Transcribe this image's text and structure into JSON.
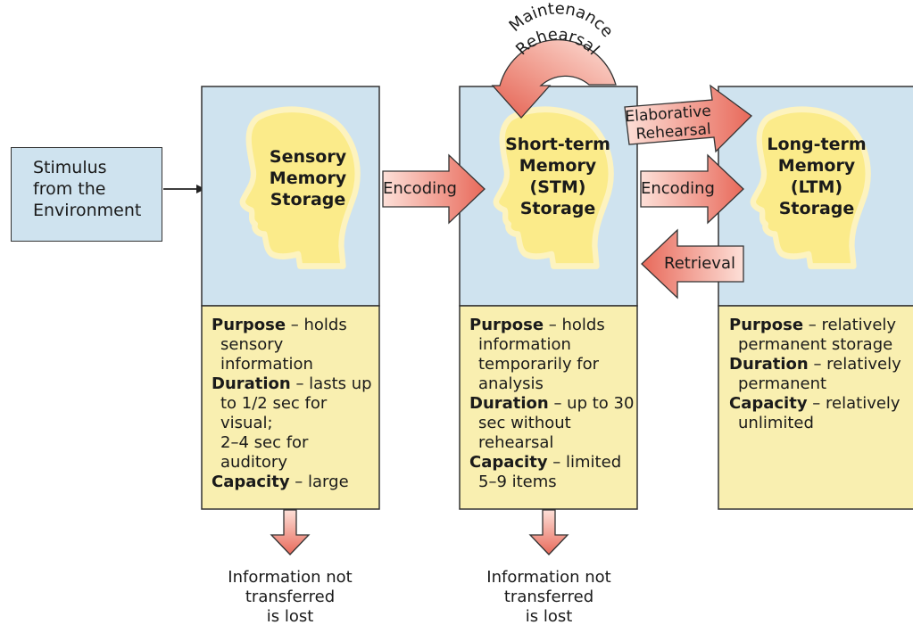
{
  "stimulus": {
    "lines": [
      "Stimulus",
      "from the",
      "Environment"
    ]
  },
  "sensory": {
    "title_lines": [
      "Sensory",
      "Memory",
      "Storage"
    ],
    "purpose_label": "Purpose",
    "purpose_text": " – holds",
    "purpose_lines": [
      "sensory information"
    ],
    "duration_label": "Duration",
    "duration_text": "  – lasts up",
    "duration_lines": [
      "to 1/2 sec for visual;",
      "2–4 sec for auditory"
    ],
    "capacity_label": "Capacity",
    "capacity_text": " – large",
    "capacity_lines": []
  },
  "stm": {
    "title_lines": [
      "Short-term",
      "Memory",
      "(STM)",
      "Storage"
    ],
    "purpose_label": "Purpose",
    "purpose_text": " – holds",
    "purpose_lines": [
      "information",
      "temporarily for",
      "analysis"
    ],
    "duration_label": "Duration",
    "duration_text": "  – up to 30",
    "duration_lines": [
      "sec without rehearsal"
    ],
    "capacity_label": "Capacity",
    "capacity_text": " – limited",
    "capacity_lines": [
      "5–9 items"
    ]
  },
  "ltm": {
    "title_lines": [
      "Long-term",
      "Memory",
      "(LTM)",
      "Storage"
    ],
    "purpose_label": "Purpose",
    "purpose_text": " – relatively",
    "purpose_lines": [
      "permanent storage"
    ],
    "duration_label": "Duration",
    "duration_text": " – relatively",
    "duration_lines": [
      "permanent"
    ],
    "capacity_label": "Capacity",
    "capacity_text": " – relatively",
    "capacity_lines": [
      "unlimited"
    ]
  },
  "arrows": {
    "encoding_1": "Encoding",
    "encoding_2": "Encoding",
    "retrieval": "Retrieval",
    "maintenance_1": "Maintenance",
    "maintenance_2": "Rehearsal",
    "elaborative_1": "Elaborative",
    "elaborative_2": "Rehearsal"
  },
  "lost_1": [
    "Information not",
    "transferred",
    "is lost"
  ],
  "lost_2": [
    "Information not",
    "transferred",
    "is lost"
  ],
  "colors": {
    "panel_blue": "#cfe3ef",
    "panel_yellow": "#f9efb0",
    "head_yellow": "#fbeb8a",
    "arrow_red": "#ec7b6c",
    "arrow_pink": "#fbd7cf"
  }
}
